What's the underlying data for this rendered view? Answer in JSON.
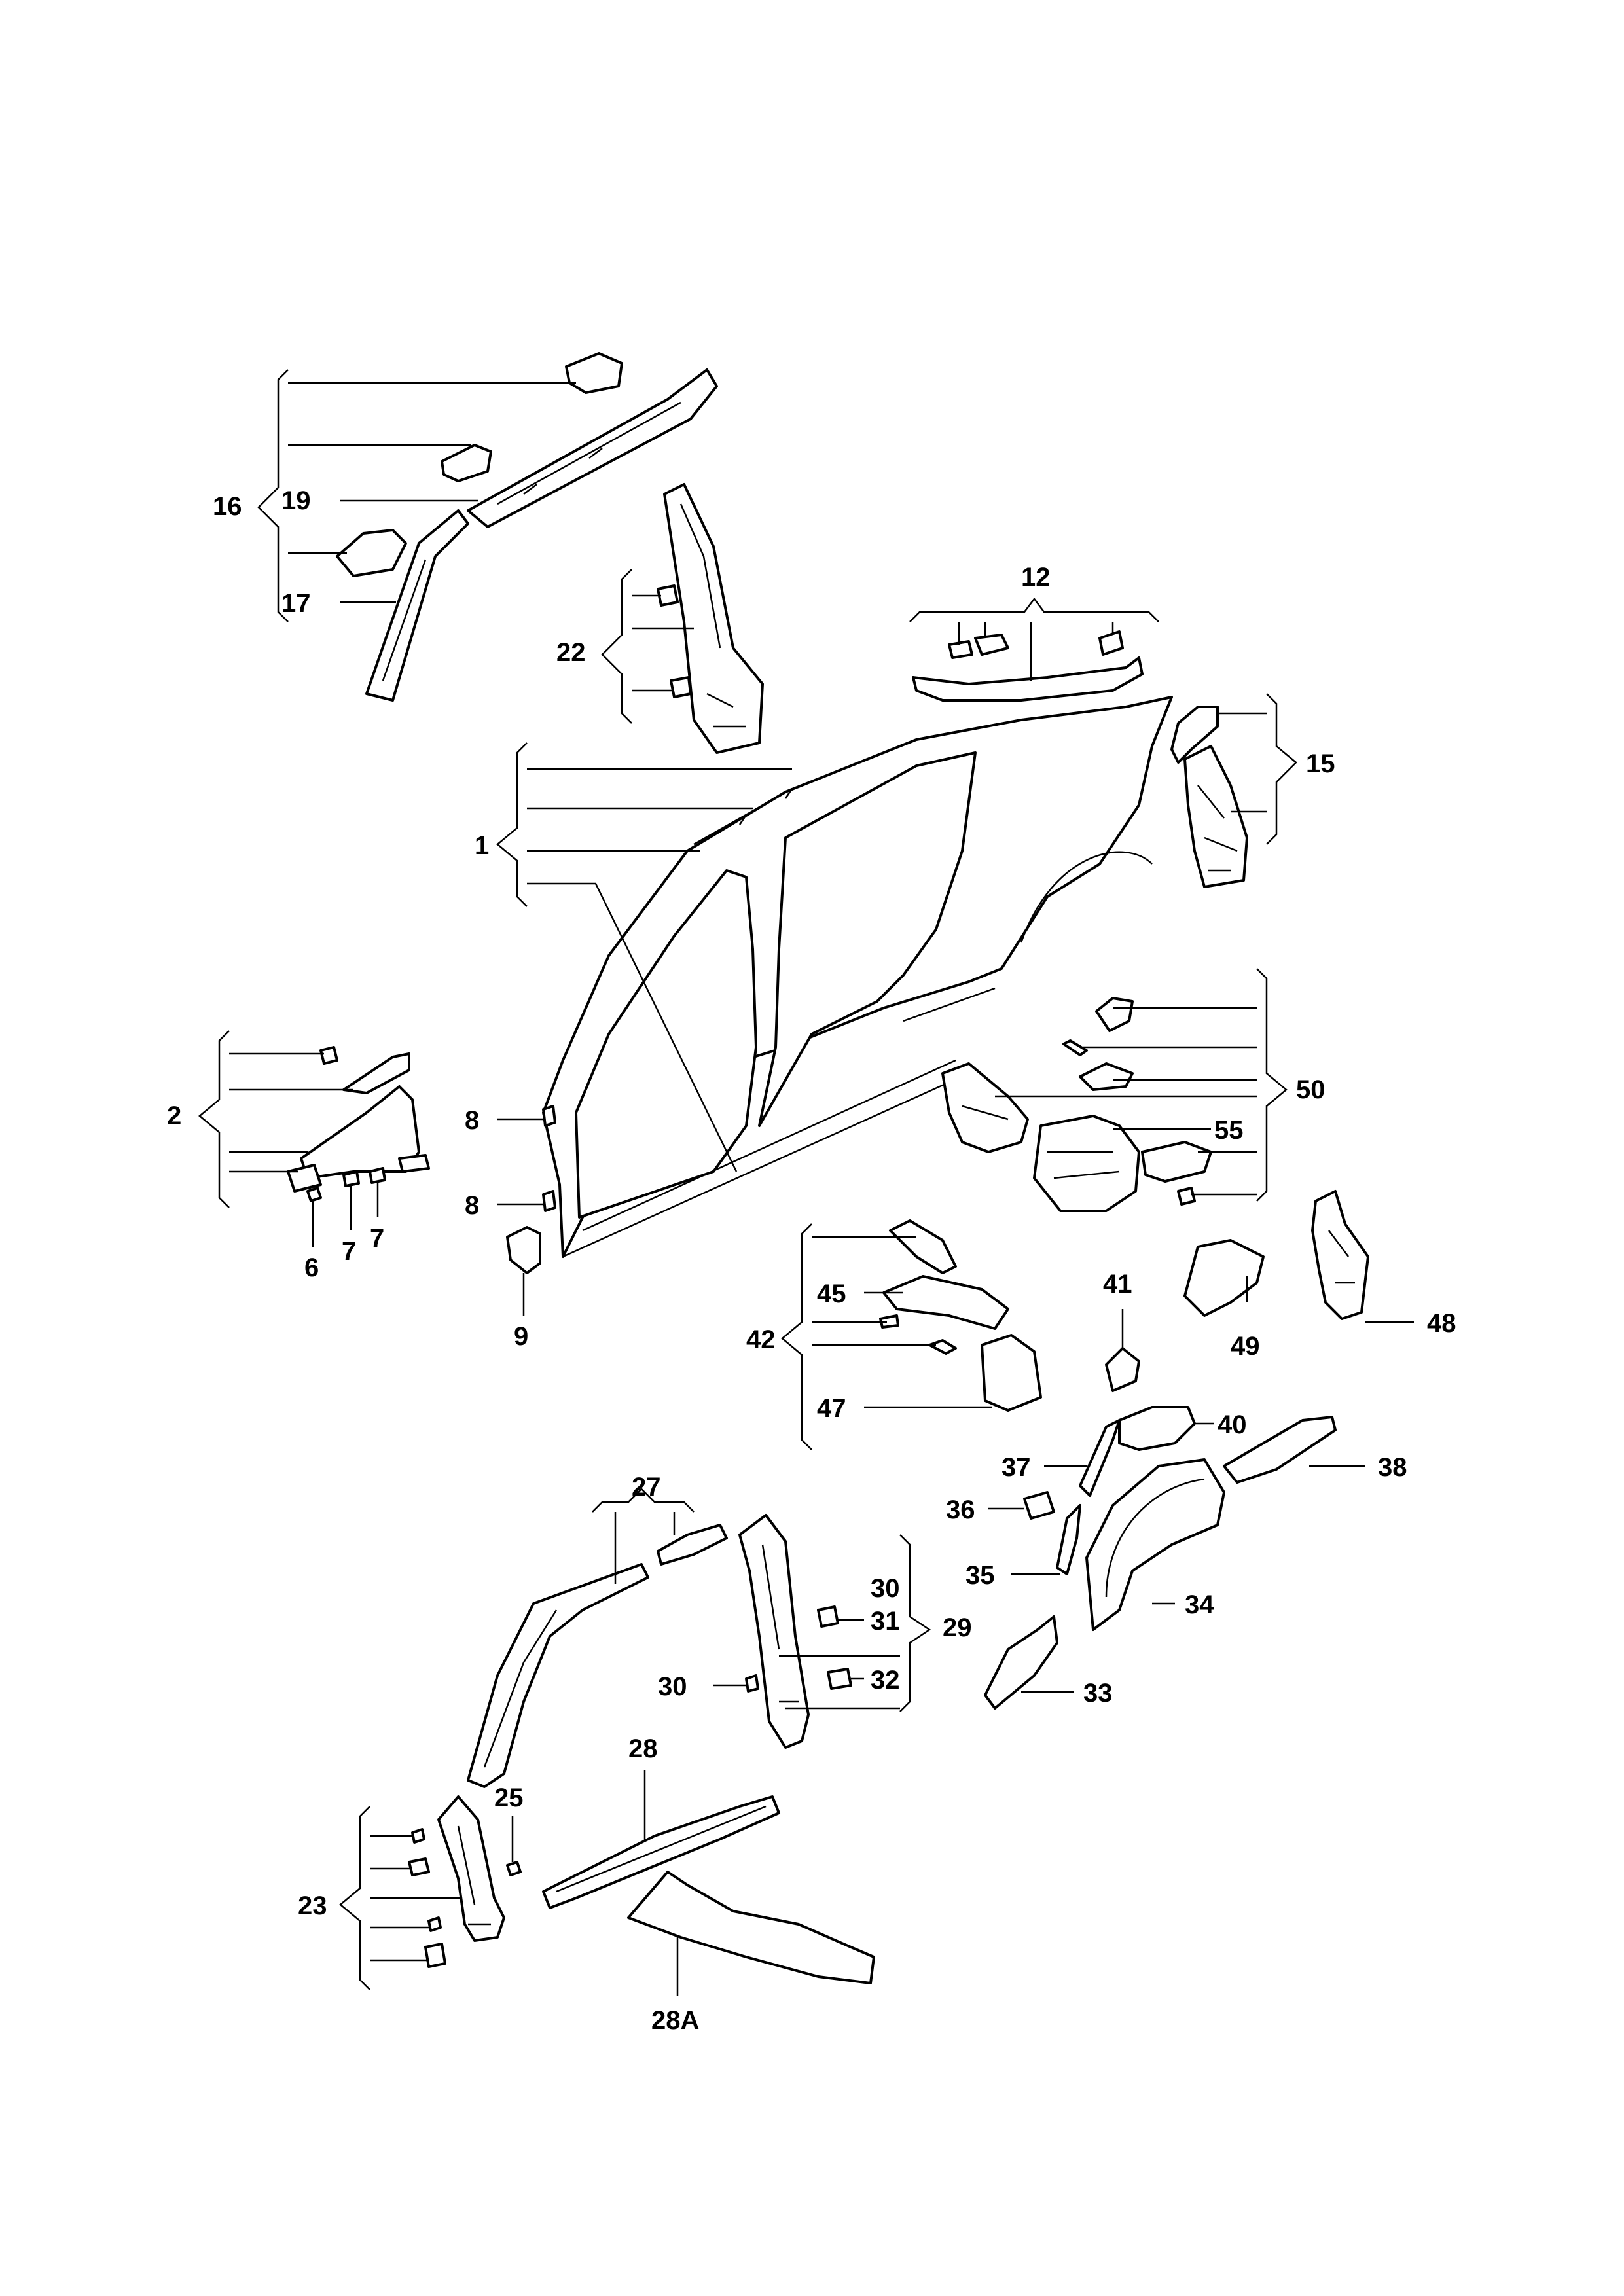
{
  "callouts": {
    "c1": "1",
    "c2": "2",
    "c6": "6",
    "c7a": "7",
    "c7b": "7",
    "c8a": "8",
    "c8b": "8",
    "c9": "9",
    "c12": "12",
    "c15": "15",
    "c16": "16",
    "c17": "17",
    "c19": "19",
    "c22": "22",
    "c23": "23",
    "c25": "25",
    "c27": "27",
    "c28": "28",
    "c28A": "28A",
    "c29": "29",
    "c30a": "30",
    "c30b": "30",
    "c31": "31",
    "c32": "32",
    "c33": "33",
    "c34": "34",
    "c35": "35",
    "c36": "36",
    "c37": "37",
    "c38": "38",
    "c40": "40",
    "c41": "41",
    "c42": "42",
    "c45": "45",
    "c47": "47",
    "c48": "48",
    "c49": "49",
    "c50": "50",
    "c55": "55"
  }
}
